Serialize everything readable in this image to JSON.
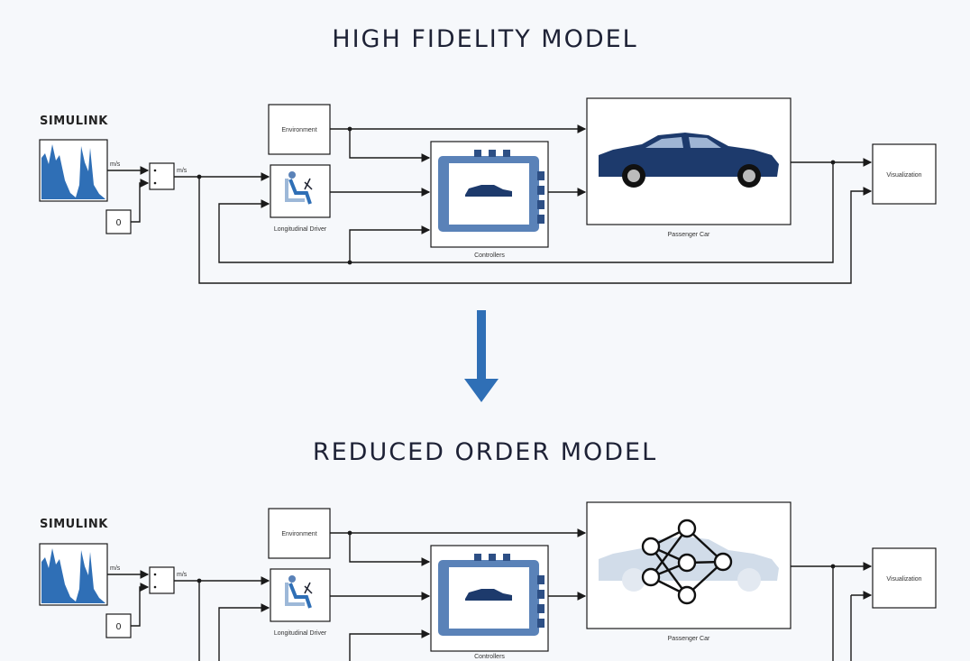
{
  "titles": {
    "high_fidelity": "HIGH FIDELITY MODEL",
    "reduced_order": "REDUCED ORDER MODEL"
  },
  "brand": "SIMULINK",
  "blocks": {
    "signal_label_1": "m/s",
    "signal_label_2": "m/s",
    "constant_value": "0",
    "environment": "Environment",
    "driver": "Longitudinal Driver",
    "controller": "Controllers",
    "passenger_car": "Passenger Car",
    "visualization": "Visualization"
  },
  "colors": {
    "accent_blue": "#2f6fb6",
    "car_navy": "#1d3a6c",
    "ecu_blue": "#5a82b8",
    "car_ghost": "#c9d6e6"
  },
  "icons": {
    "flow": "arrow-down-icon",
    "rom": "neural-network-icon"
  }
}
